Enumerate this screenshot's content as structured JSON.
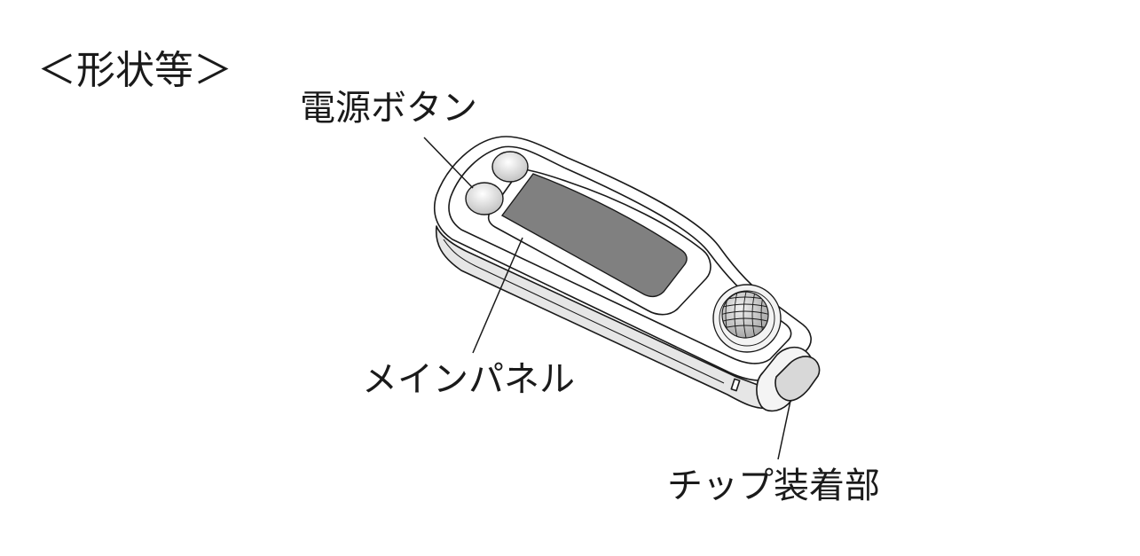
{
  "section_title": "＜形状等＞",
  "callouts": {
    "power_button": "電源ボタン",
    "main_panel": "メインパネル",
    "tip_mount": "チップ装着部"
  },
  "colors": {
    "outline": "#1a1a1a",
    "display": "#808080",
    "body": "#ffffff",
    "body_shade": "#e9e9e9",
    "button_shade": "#cfcfcf"
  },
  "icons": [
    "power-button-icon",
    "secondary-button-icon",
    "sensor-dial-icon"
  ]
}
